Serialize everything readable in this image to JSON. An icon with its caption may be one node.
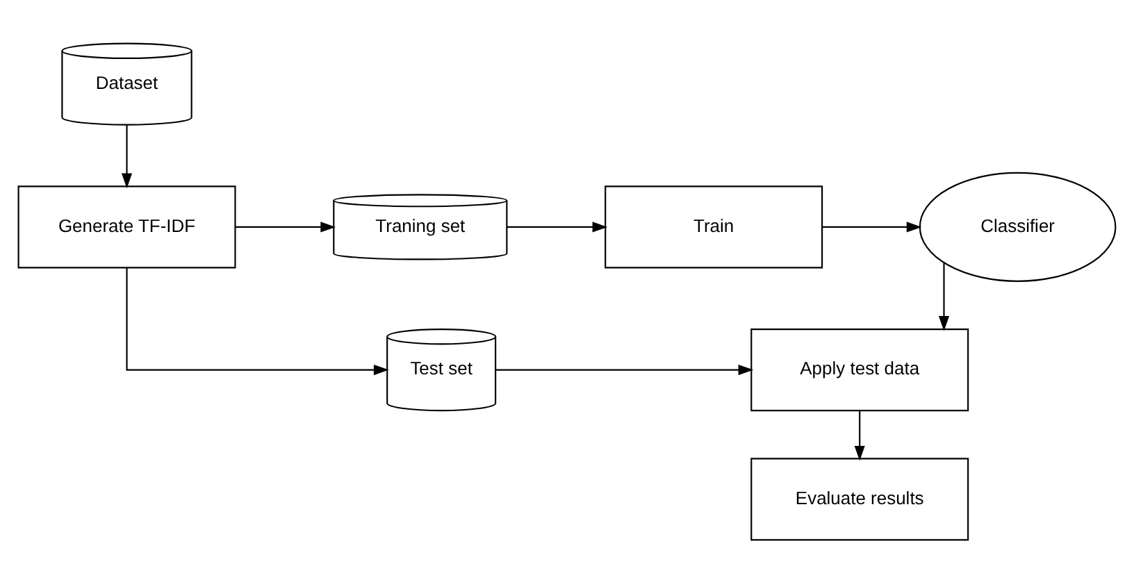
{
  "diagram": {
    "nodes": [
      {
        "text": [
          "Dataset"
        ]
      },
      {
        "text": [
          "Generate TF-IDF"
        ]
      },
      {
        "text": [
          "Traning set"
        ]
      },
      {
        "text": [
          "Train"
        ]
      },
      {
        "text": [
          "Classifier"
        ]
      },
      {
        "text": [
          "Test set"
        ]
      },
      {
        "text": [
          "Apply test data"
        ]
      },
      {
        "text": [
          "Evaluate results"
        ]
      }
    ],
    "edges": [
      {
        "from": 0,
        "to": 1,
        "arrow": "to"
      },
      {
        "from": 1,
        "to": 2,
        "arrow": "to"
      },
      {
        "from": 2,
        "to": 3,
        "arrow": "to"
      },
      {
        "from": 3,
        "to": 4,
        "arrow": "to"
      },
      {
        "from": 1,
        "to": 5,
        "arrow": "to"
      },
      {
        "from": 5,
        "to": 6,
        "arrow": "to"
      },
      {
        "from": 4,
        "to": 6,
        "arrow": "to"
      },
      {
        "from": 6,
        "to": 7,
        "arrow": "to"
      }
    ]
  }
}
